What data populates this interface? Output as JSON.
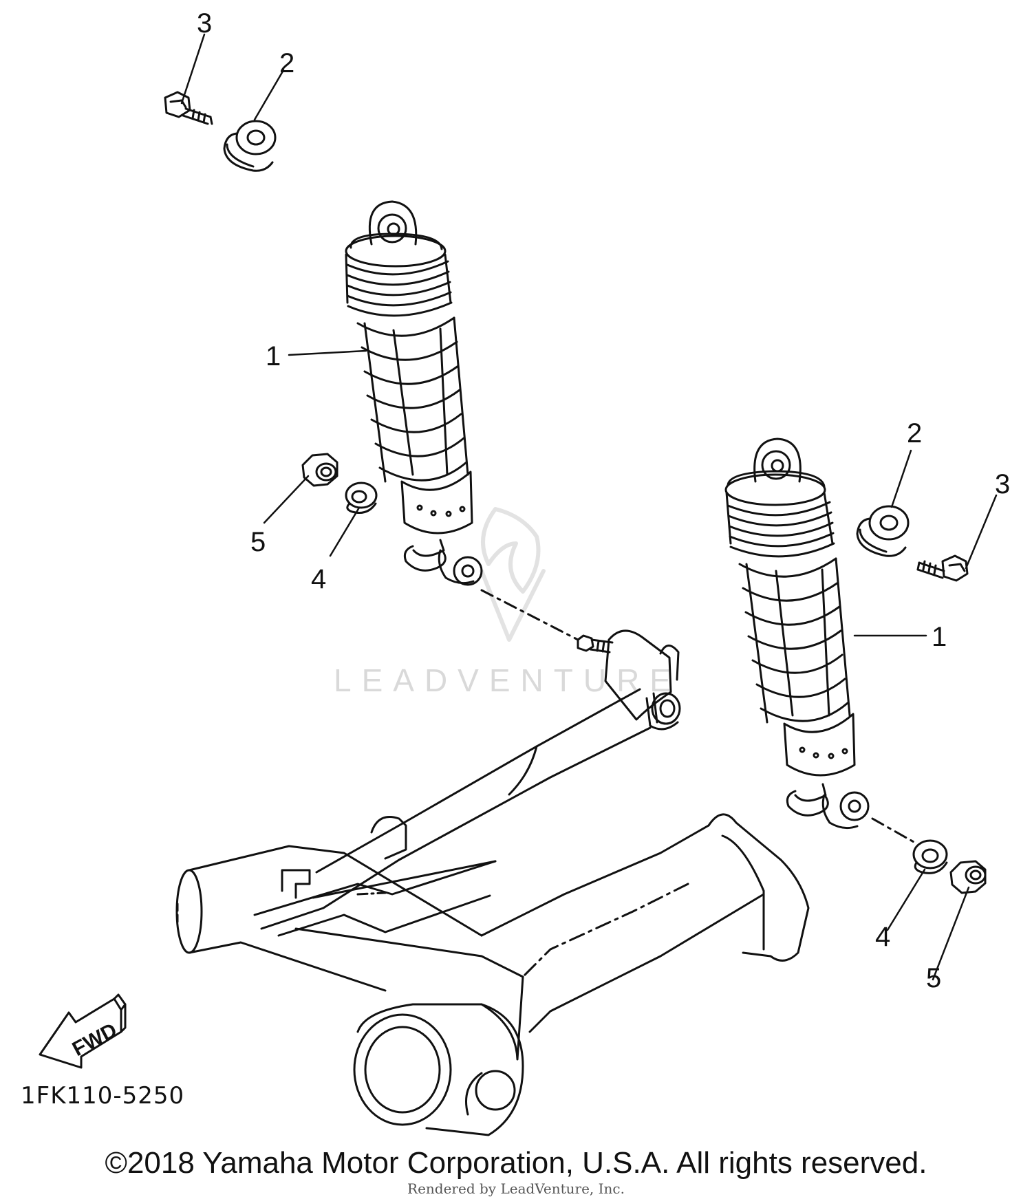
{
  "diagram": {
    "callouts": [
      {
        "id": "c3-top",
        "text": "3"
      },
      {
        "id": "c2-top",
        "text": "2"
      },
      {
        "id": "c1-left",
        "text": "1"
      },
      {
        "id": "c5-left",
        "text": "5"
      },
      {
        "id": "c4-left",
        "text": "4"
      },
      {
        "id": "c2-right",
        "text": "2"
      },
      {
        "id": "c3-right",
        "text": "3"
      },
      {
        "id": "c1-right",
        "text": "1"
      },
      {
        "id": "c4-right",
        "text": "4"
      },
      {
        "id": "c5-right",
        "text": "5"
      }
    ],
    "fwd_label": "FWD",
    "drawing_code": "1FK110-5250",
    "copyright": "©2018 Yamaha Motor Corporation, U.S.A. All rights reserved.",
    "rendered_by": "Rendered by LeadVenture, Inc.",
    "watermark": "LEADVENTURE"
  },
  "colors": {
    "line": "#111111",
    "watermark": "#d9d9d9"
  }
}
